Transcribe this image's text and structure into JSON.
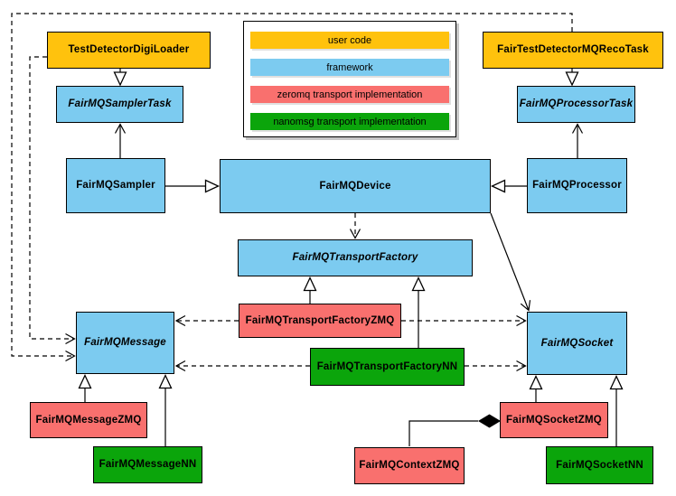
{
  "legend": {
    "items": [
      {
        "label": "user code",
        "color": "#FFC20D",
        "category": "user"
      },
      {
        "label": "framework",
        "color": "#7CCBF0",
        "category": "framework"
      },
      {
        "label": "zeromq transport implementation",
        "color": "#F9706E",
        "category": "zeromq"
      },
      {
        "label": "nanomsg transport implementation",
        "color": "#0BA50B",
        "category": "nanomsg"
      }
    ]
  },
  "colors": {
    "user_code": "#FFC20D",
    "framework": "#7CCBF0",
    "zeromq": "#F9706E",
    "nanomsg": "#0BA50B",
    "border": "#000000",
    "background": "#FFFFFF"
  },
  "nodes": {
    "test_detector_digi_loader": {
      "label": "TestDetectorDigiLoader",
      "category": "user",
      "abstract": false
    },
    "fair_test_detector_mq_reco_task": {
      "label": "FairTestDetectorMQRecoTask",
      "category": "user",
      "abstract": false
    },
    "fairmq_sampler_task": {
      "label": "FairMQSamplerTask",
      "category": "framework",
      "abstract": true
    },
    "fairmq_processor_task": {
      "label": "FairMQProcessorTask",
      "category": "framework",
      "abstract": true
    },
    "fairmq_sampler": {
      "label": "FairMQSampler",
      "category": "framework",
      "abstract": false
    },
    "fairmq_device": {
      "label": "FairMQDevice",
      "category": "framework",
      "abstract": false
    },
    "fairmq_processor": {
      "label": "FairMQProcessor",
      "category": "framework",
      "abstract": false
    },
    "fairmq_transport_factory": {
      "label": "FairMQTransportFactory",
      "category": "framework",
      "abstract": true
    },
    "fairmq_transport_factory_zmq": {
      "label": "FairMQTransportFactoryZMQ",
      "category": "zeromq",
      "abstract": false
    },
    "fairmq_transport_factory_nn": {
      "label": "FairMQTransportFactoryNN",
      "category": "nanomsg",
      "abstract": false
    },
    "fairmq_message": {
      "label": "FairMQMessage",
      "category": "framework",
      "abstract": true
    },
    "fairmq_socket": {
      "label": "FairMQSocket",
      "category": "framework",
      "abstract": true
    },
    "fairmq_message_zmq": {
      "label": "FairMQMessageZMQ",
      "category": "zeromq",
      "abstract": false
    },
    "fairmq_message_nn": {
      "label": "FairMQMessageNN",
      "category": "nanomsg",
      "abstract": false
    },
    "fairmq_context_zmq": {
      "label": "FairMQContextZMQ",
      "category": "zeromq",
      "abstract": false
    },
    "fairmq_socket_zmq": {
      "label": "FairMQSocketZMQ",
      "category": "zeromq",
      "abstract": false
    },
    "fairmq_socket_nn": {
      "label": "FairMQSocketNN",
      "category": "nanomsg",
      "abstract": false
    }
  },
  "relations": [
    {
      "from": "TestDetectorDigiLoader",
      "to": "FairMQSamplerTask",
      "type": "inheritance"
    },
    {
      "from": "FairTestDetectorMQRecoTask",
      "to": "FairMQProcessorTask",
      "type": "inheritance"
    },
    {
      "from": "FairMQSampler",
      "to": "FairMQDevice",
      "type": "inheritance"
    },
    {
      "from": "FairMQProcessor",
      "to": "FairMQDevice",
      "type": "inheritance"
    },
    {
      "from": "FairMQSampler",
      "to": "FairMQSamplerTask",
      "type": "association"
    },
    {
      "from": "FairMQProcessor",
      "to": "FairMQProcessorTask",
      "type": "association"
    },
    {
      "from": "FairMQDevice",
      "to": "FairMQTransportFactory",
      "type": "dependency"
    },
    {
      "from": "FairMQDevice",
      "to": "FairMQSocket",
      "type": "association"
    },
    {
      "from": "FairMQTransportFactoryZMQ",
      "to": "FairMQTransportFactory",
      "type": "inheritance"
    },
    {
      "from": "FairMQTransportFactoryNN",
      "to": "FairMQTransportFactory",
      "type": "inheritance"
    },
    {
      "from": "FairMQTransportFactoryZMQ",
      "to": "FairMQMessage",
      "type": "dependency"
    },
    {
      "from": "FairMQTransportFactoryZMQ",
      "to": "FairMQSocket",
      "type": "dependency"
    },
    {
      "from": "FairMQTransportFactoryNN",
      "to": "FairMQMessage",
      "type": "dependency"
    },
    {
      "from": "FairMQTransportFactoryNN",
      "to": "FairMQSocket",
      "type": "dependency"
    },
    {
      "from": "TestDetectorDigiLoader",
      "to": "FairMQMessage",
      "type": "dependency"
    },
    {
      "from": "FairTestDetectorMQRecoTask",
      "to": "FairMQMessage",
      "type": "dependency"
    },
    {
      "from": "FairMQMessageZMQ",
      "to": "FairMQMessage",
      "type": "inheritance"
    },
    {
      "from": "FairMQMessageNN",
      "to": "FairMQMessage",
      "type": "inheritance"
    },
    {
      "from": "FairMQSocketZMQ",
      "to": "FairMQSocket",
      "type": "inheritance"
    },
    {
      "from": "FairMQSocketNN",
      "to": "FairMQSocket",
      "type": "inheritance"
    },
    {
      "from": "FairMQSocketZMQ",
      "to": "FairMQContextZMQ",
      "type": "composition"
    }
  ]
}
